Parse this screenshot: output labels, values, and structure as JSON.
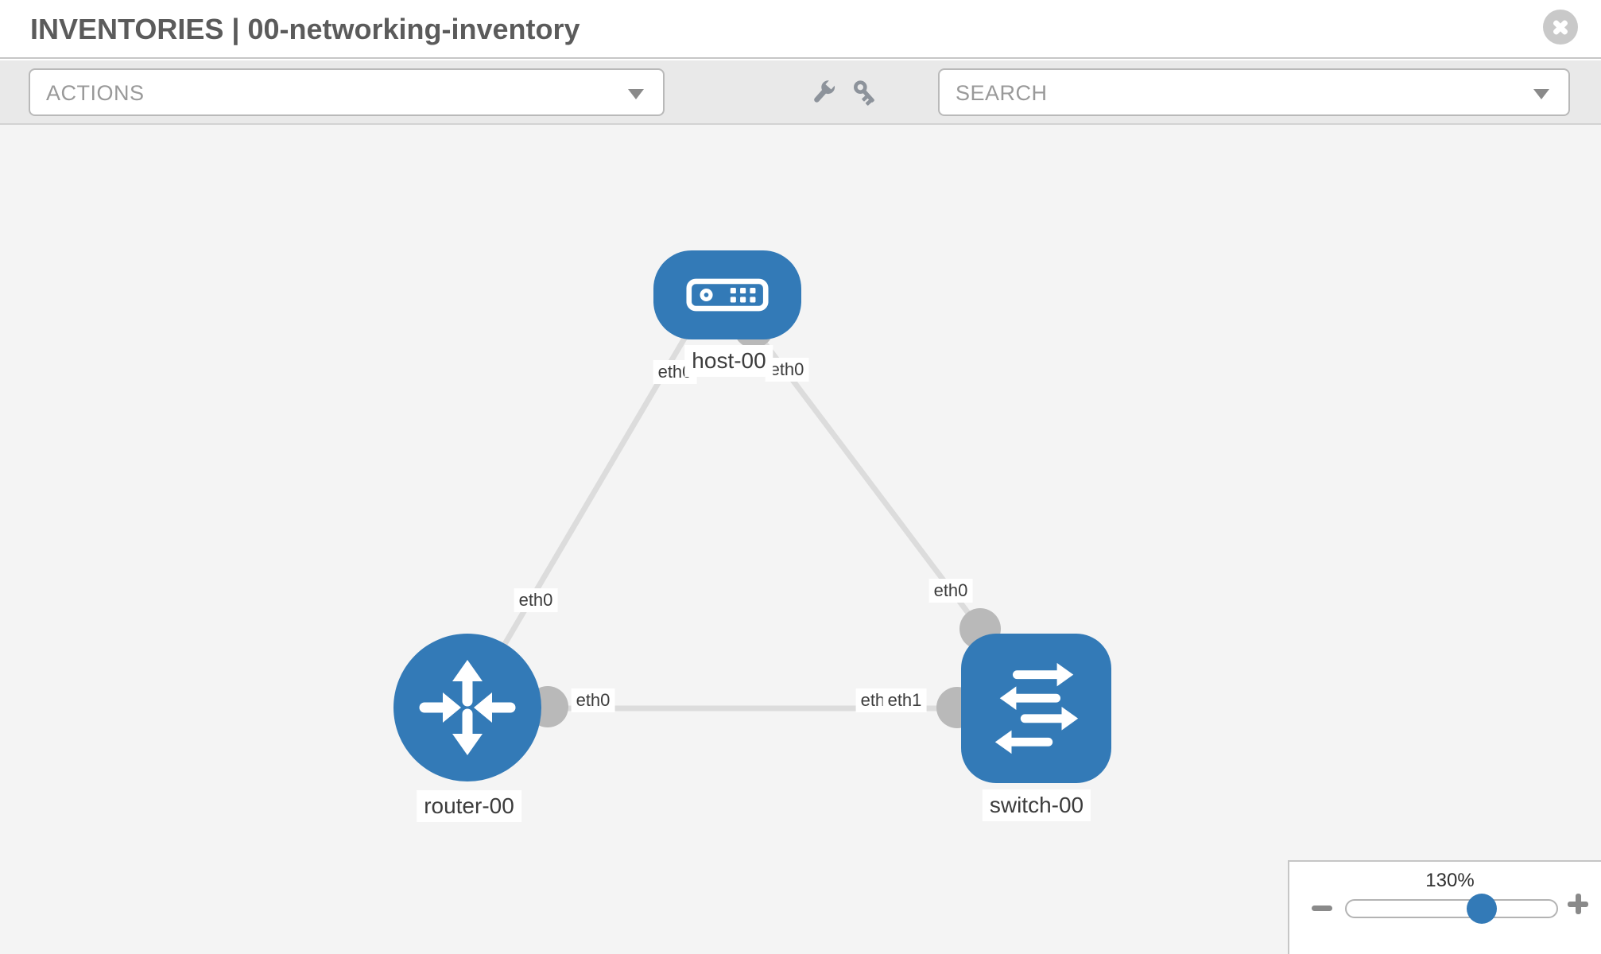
{
  "header": {
    "title": "INVENTORIES | 00-networking-inventory"
  },
  "toolbar": {
    "actions_label": "ACTIONS",
    "search_label": "SEARCH",
    "icons": [
      "wrench-icon",
      "key-icon"
    ]
  },
  "canvas": {
    "nodes": [
      {
        "id": "host-00",
        "type": "host",
        "label": "host-00"
      },
      {
        "id": "router-00",
        "type": "router",
        "label": "router-00"
      },
      {
        "id": "switch-00",
        "type": "switch",
        "label": "switch-00"
      }
    ],
    "links": [
      {
        "from": "host-00",
        "from_interface": "eth0",
        "to": "router-00",
        "to_interface": "eth0"
      },
      {
        "from": "host-00",
        "from_interface": "eth0",
        "to": "switch-00",
        "to_interface": "eth0"
      },
      {
        "from": "router-00",
        "from_interface": "eth0",
        "to": "switch-00",
        "to_interface": "eth1"
      }
    ],
    "node_labels": {
      "host": "host-00",
      "router": "router-00",
      "switch": "switch-00"
    },
    "interface_labels": {
      "host_left": "eth0",
      "host_right": "eth0",
      "host_router_link": "eth0",
      "host_switch_link": "eth0",
      "router_right": "eth0",
      "switch_left_under": "eth0",
      "switch_left_over": "eth1"
    }
  },
  "zoom_control": {
    "level": "130%"
  },
  "colors": {
    "node_blue": "#337ab7",
    "link_gray": "#dcdcdc",
    "interface_gray": "#b9b9b9",
    "canvas_bg": "#f4f4f4",
    "toolbar_bg": "#e9e9e9"
  }
}
